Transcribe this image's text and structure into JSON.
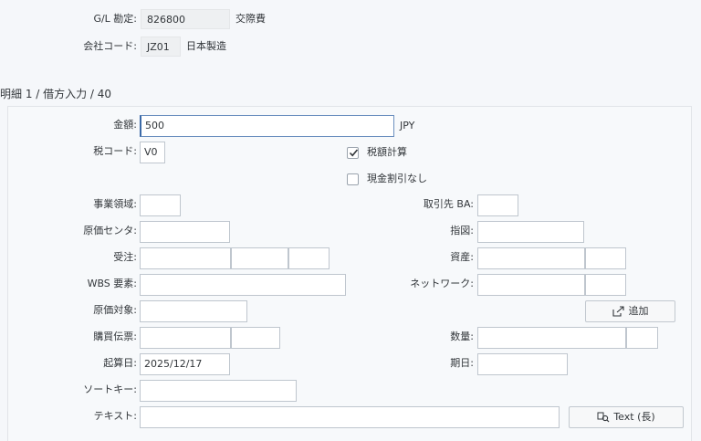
{
  "header": {
    "gl_label": "G/L 勘定:",
    "gl_value": "826800",
    "gl_desc": "交際費",
    "company_label": "会社コード:",
    "company_value": "JZ01",
    "company_desc": "日本製造"
  },
  "section": {
    "title": "明細 1 / 借方入力 / 40"
  },
  "form": {
    "amount_label": "金額:",
    "amount_value": "500",
    "currency": "JPY",
    "tax_code_label": "税コード:",
    "tax_code_value": "V0",
    "calc_tax_label": "税額計算",
    "calc_tax_checked": true,
    "cash_discount_label": "現金割引なし",
    "cash_discount_checked": false,
    "business_area_label": "事業領域:",
    "trading_partner_ba_label": "取引先 BA:",
    "cost_center_label": "原価センタ:",
    "order_label": "指図:",
    "sales_order_label": "受注:",
    "asset_label": "資産:",
    "wbs_label": "WBS 要素:",
    "network_label": "ネットワーク:",
    "cost_object_label": "原価対象:",
    "add_button_label": "追加",
    "purchase_doc_label": "購買伝票:",
    "quantity_label": "数量:",
    "baseline_date_label": "起算日:",
    "baseline_date_value": "2025/12/17",
    "due_date_label": "期日:",
    "sort_key_label": "ソートキー:",
    "text_label": "テキスト:",
    "long_text_button_label": "Text (長)"
  }
}
